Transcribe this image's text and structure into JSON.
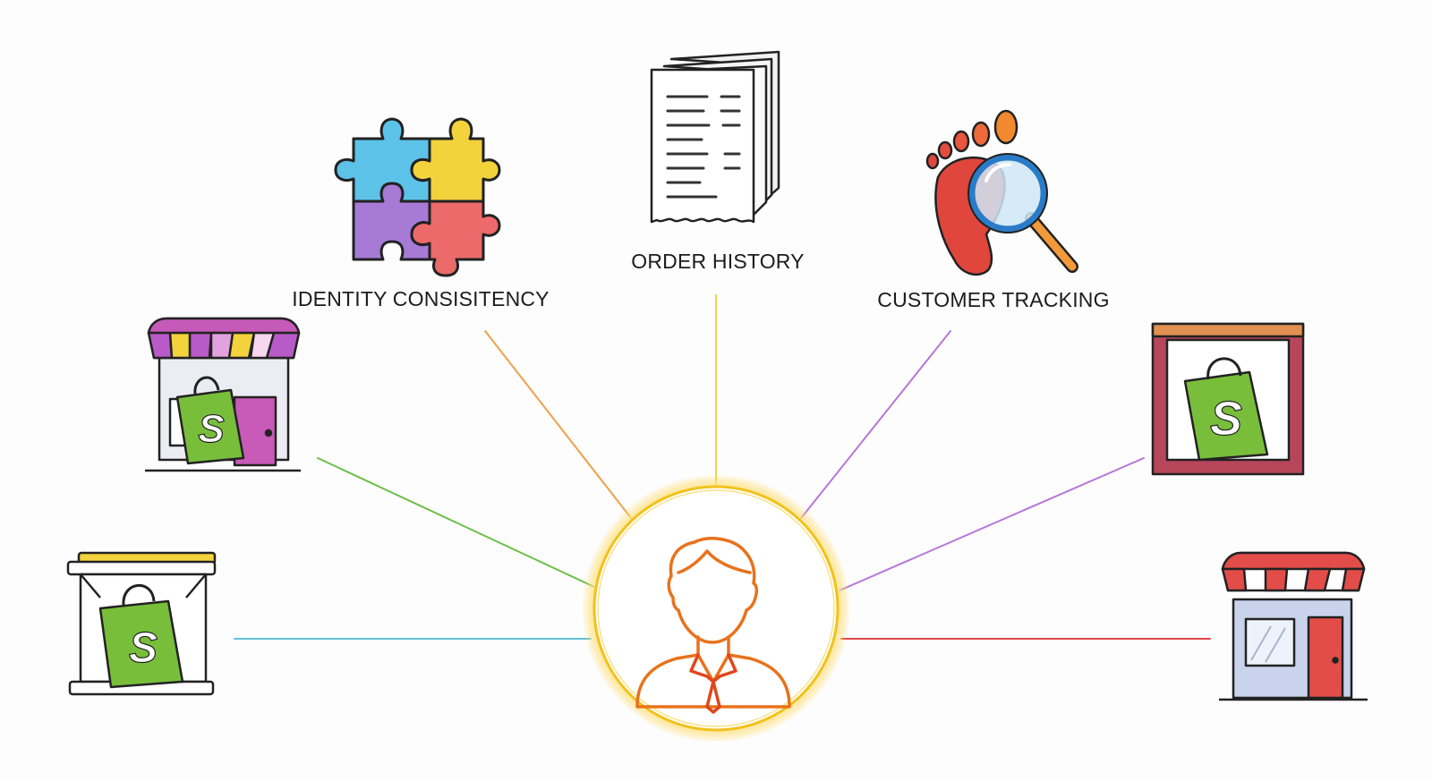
{
  "labels": {
    "identity": "IDENTITY CONSISITENCY",
    "order_history": "ORDER HISTORY",
    "customer_tracking": "CUSTOMER TRACKING"
  },
  "bag_letter": "S",
  "colors": {
    "hub_glow": "#ffd75a",
    "hub_ring": "#f2c21c",
    "person_outline": "#e8721c",
    "line_orange": "#f0a04a",
    "line_yellow": "#f2d34a",
    "line_purple": "#b877d8",
    "line_green": "#6dbf4a",
    "line_teal": "#64c0d6",
    "line_red": "#e0464a",
    "bag_green": "#79be3a"
  },
  "icons": {
    "hub": "customer-person-icon",
    "identity": "puzzle-pieces-icon",
    "order_history": "receipt-stack-icon",
    "customer_tracking": "footprint-magnifier-icon",
    "stores": [
      "storefront-shopping-bag-icon",
      "kiosk-shopping-bag-icon",
      "framed-shopping-bag-icon",
      "storefront-icon"
    ]
  }
}
